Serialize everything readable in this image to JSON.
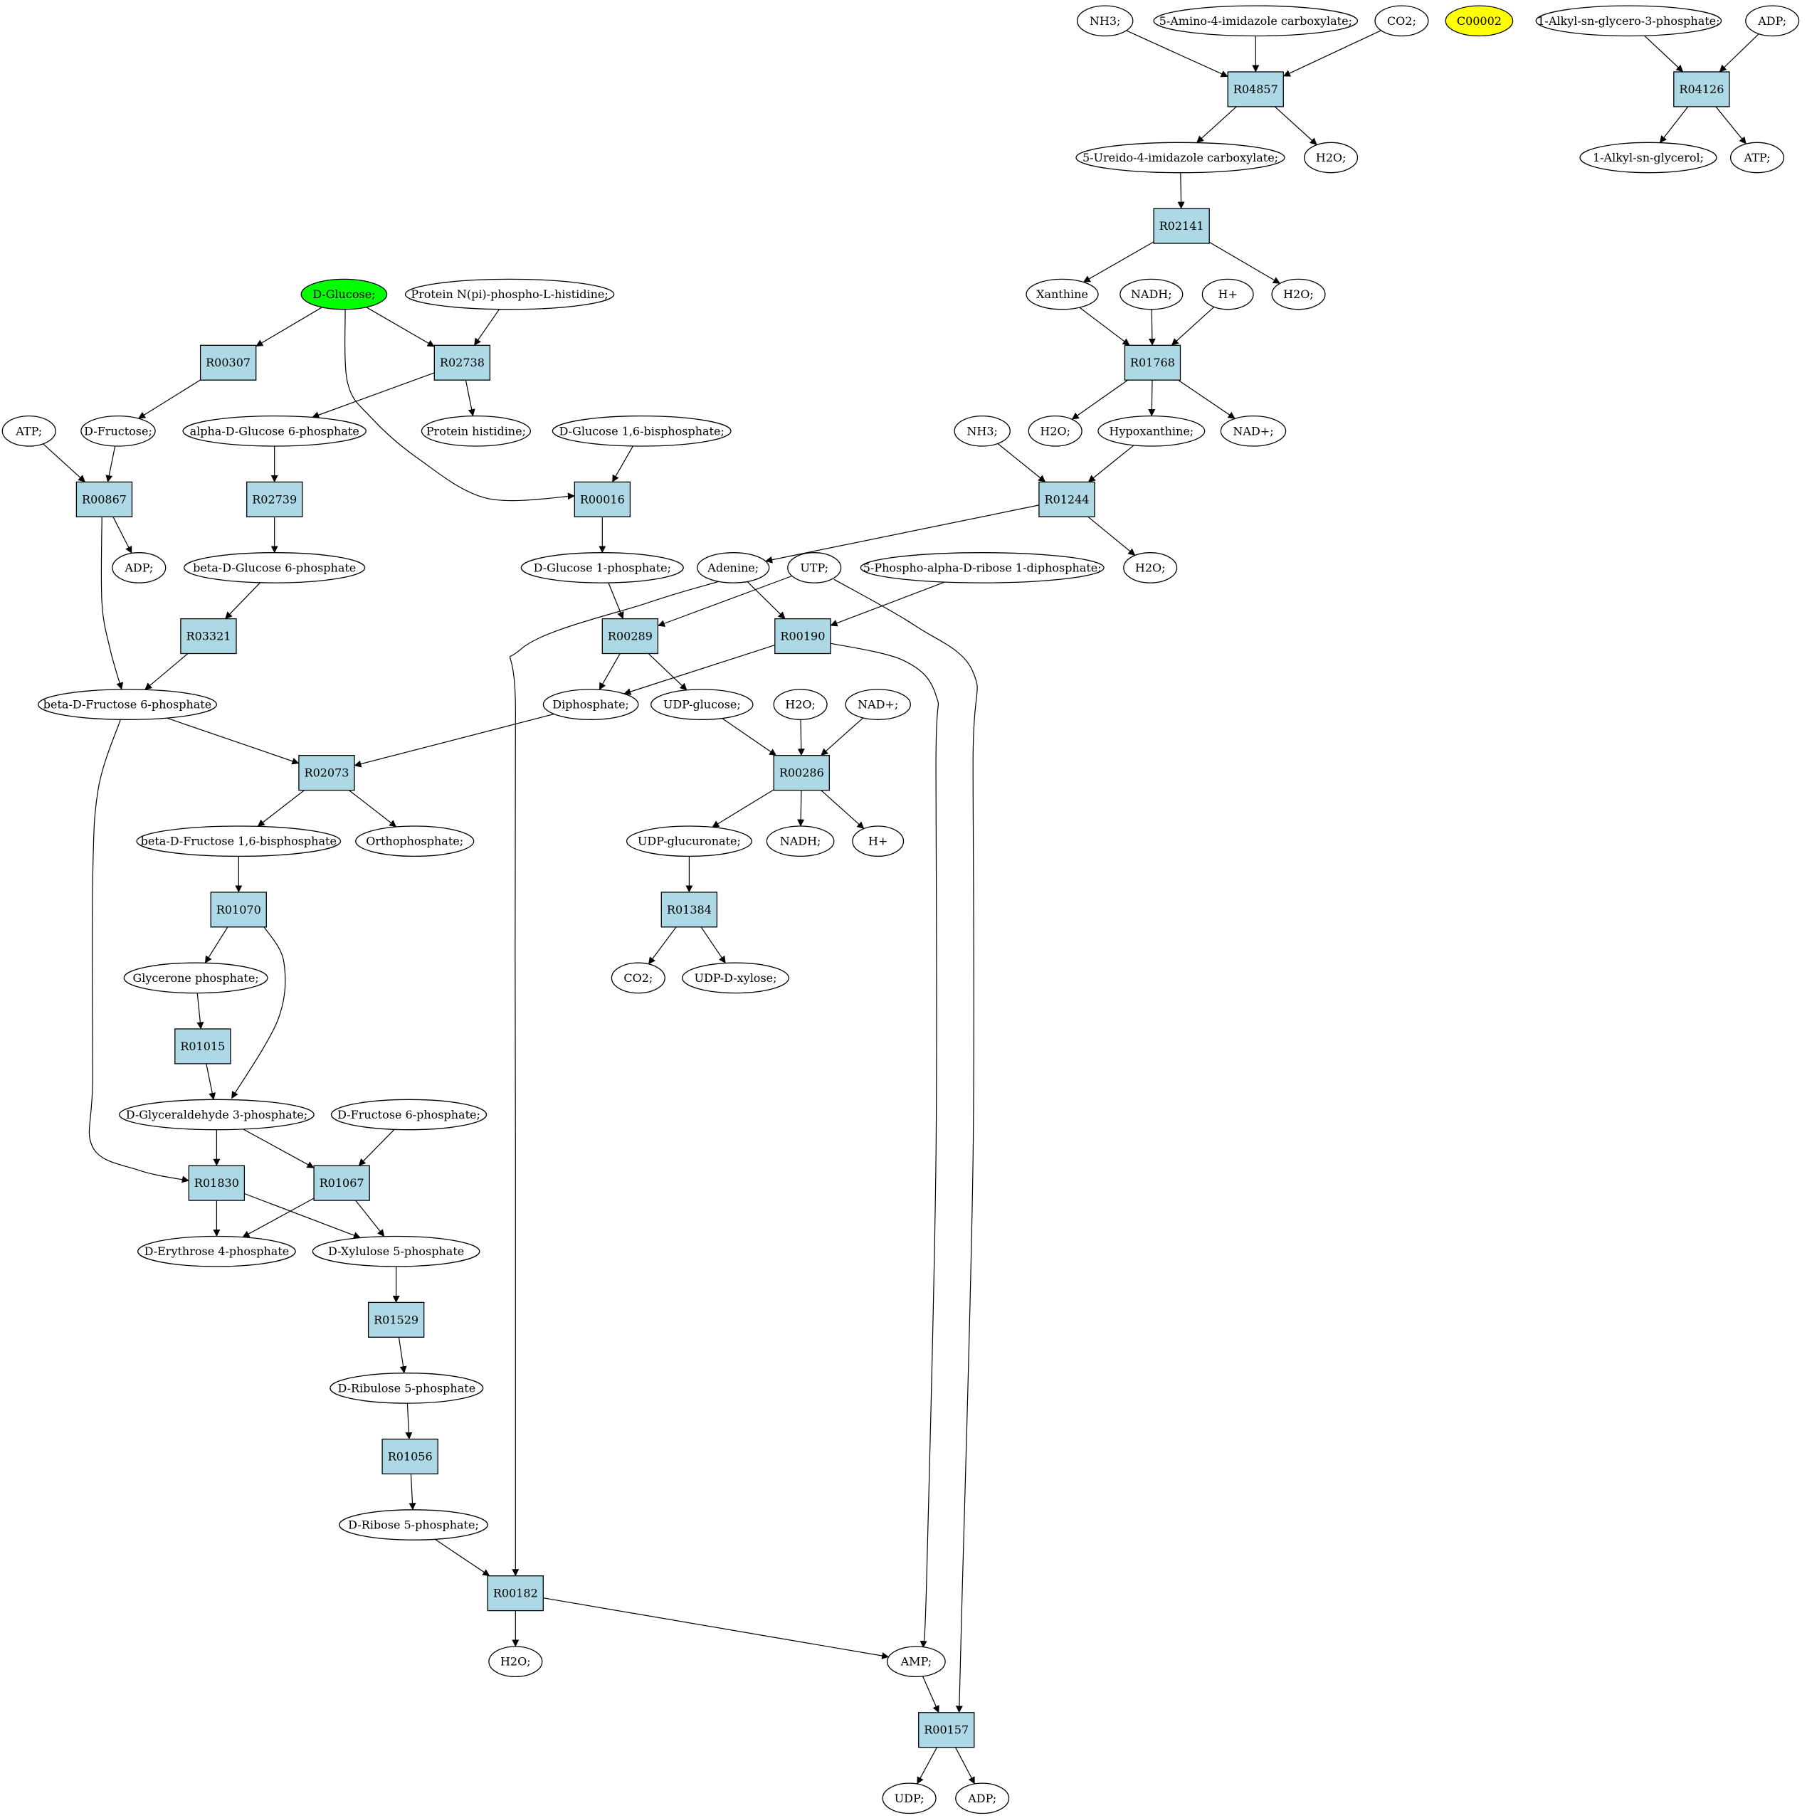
{
  "colors": {
    "compound": "#ffffff",
    "reaction": "#add8e6",
    "source": "#00ff00",
    "highlight": "#ffff00",
    "edge": "#000000"
  },
  "nodes": [
    {
      "id": "c_nh3_a",
      "label": "NH3;",
      "kind": "compound"
    },
    {
      "id": "c_aic",
      "label": "5-Amino-4-imidazole carboxylate;",
      "kind": "compound"
    },
    {
      "id": "c_co2_a",
      "label": "CO2;",
      "kind": "compound"
    },
    {
      "id": "c_c00002",
      "label": "C00002",
      "kind": "highlight"
    },
    {
      "id": "c_alkylg3p",
      "label": "1-Alkyl-sn-glycero-3-phosphate;",
      "kind": "compound"
    },
    {
      "id": "c_adp_a",
      "label": "ADP;",
      "kind": "compound"
    },
    {
      "id": "r_R04857",
      "label": "R04857",
      "kind": "reaction"
    },
    {
      "id": "r_R04126",
      "label": "R04126",
      "kind": "reaction"
    },
    {
      "id": "c_uic",
      "label": "5-Ureido-4-imidazole carboxylate;",
      "kind": "compound"
    },
    {
      "id": "c_h2o_a",
      "label": "H2O;",
      "kind": "compound"
    },
    {
      "id": "c_alkylg",
      "label": "1-Alkyl-sn-glycerol;",
      "kind": "compound"
    },
    {
      "id": "c_atp_a",
      "label": "ATP;",
      "kind": "compound"
    },
    {
      "id": "r_R02141",
      "label": "R02141",
      "kind": "reaction"
    },
    {
      "id": "c_dglucose",
      "label": "D-Glucose;",
      "kind": "source"
    },
    {
      "id": "c_protnpi",
      "label": "Protein N(pi)-phospho-L-histidine;",
      "kind": "compound"
    },
    {
      "id": "c_xanthine",
      "label": "Xanthine",
      "kind": "compound"
    },
    {
      "id": "c_nadh_a",
      "label": "NADH;",
      "kind": "compound"
    },
    {
      "id": "c_hplus_a",
      "label": "H+",
      "kind": "compound"
    },
    {
      "id": "c_h2o_b",
      "label": "H2O;",
      "kind": "compound"
    },
    {
      "id": "r_R00307",
      "label": "R00307",
      "kind": "reaction"
    },
    {
      "id": "r_R02738",
      "label": "R02738",
      "kind": "reaction"
    },
    {
      "id": "r_R01768",
      "label": "R01768",
      "kind": "reaction"
    },
    {
      "id": "c_atp_b",
      "label": "ATP;",
      "kind": "compound"
    },
    {
      "id": "c_dfructose",
      "label": "D-Fructose;",
      "kind": "compound"
    },
    {
      "id": "c_ag6p",
      "label": "alpha-D-Glucose 6-phosphate",
      "kind": "compound"
    },
    {
      "id": "c_prothis",
      "label": "Protein histidine;",
      "kind": "compound"
    },
    {
      "id": "c_g16bp",
      "label": "D-Glucose 1,6-bisphosphate;",
      "kind": "compound"
    },
    {
      "id": "c_nh3_b",
      "label": "NH3;",
      "kind": "compound"
    },
    {
      "id": "c_h2o_c",
      "label": "H2O;",
      "kind": "compound"
    },
    {
      "id": "c_hypox",
      "label": "Hypoxanthine;",
      "kind": "compound"
    },
    {
      "id": "c_nadp_a",
      "label": "NAD+;",
      "kind": "compound"
    },
    {
      "id": "r_R00867",
      "label": "R00867",
      "kind": "reaction"
    },
    {
      "id": "r_R02739",
      "label": "R02739",
      "kind": "reaction"
    },
    {
      "id": "r_R00016",
      "label": "R00016",
      "kind": "reaction"
    },
    {
      "id": "r_R01244",
      "label": "R01244",
      "kind": "reaction"
    },
    {
      "id": "c_adp_b",
      "label": "ADP;",
      "kind": "compound"
    },
    {
      "id": "c_bg6p",
      "label": "beta-D-Glucose 6-phosphate",
      "kind": "compound"
    },
    {
      "id": "c_g1p",
      "label": "D-Glucose 1-phosphate;",
      "kind": "compound"
    },
    {
      "id": "c_adenine",
      "label": "Adenine;",
      "kind": "compound"
    },
    {
      "id": "c_utp",
      "label": "UTP;",
      "kind": "compound"
    },
    {
      "id": "c_prpp",
      "label": "5-Phospho-alpha-D-ribose 1-diphosphate;",
      "kind": "compound"
    },
    {
      "id": "c_h2o_d",
      "label": "H2O;",
      "kind": "compound"
    },
    {
      "id": "r_R03321",
      "label": "R03321",
      "kind": "reaction"
    },
    {
      "id": "r_R00289",
      "label": "R00289",
      "kind": "reaction"
    },
    {
      "id": "r_R00190",
      "label": "R00190",
      "kind": "reaction"
    },
    {
      "id": "c_bf6p",
      "label": "beta-D-Fructose 6-phosphate",
      "kind": "compound"
    },
    {
      "id": "c_diphos",
      "label": "Diphosphate;",
      "kind": "compound"
    },
    {
      "id": "c_udpglc",
      "label": "UDP-glucose;",
      "kind": "compound"
    },
    {
      "id": "c_h2o_e",
      "label": "H2O;",
      "kind": "compound"
    },
    {
      "id": "c_nadp_b",
      "label": "NAD+;",
      "kind": "compound"
    },
    {
      "id": "r_R02073",
      "label": "R02073",
      "kind": "reaction"
    },
    {
      "id": "r_R00286",
      "label": "R00286",
      "kind": "reaction"
    },
    {
      "id": "c_bf16bp",
      "label": "beta-D-Fructose 1,6-bisphosphate",
      "kind": "compound"
    },
    {
      "id": "c_orthop",
      "label": "Orthophosphate;",
      "kind": "compound"
    },
    {
      "id": "c_udpglcu",
      "label": "UDP-glucuronate;",
      "kind": "compound"
    },
    {
      "id": "c_nadh_b",
      "label": "NADH;",
      "kind": "compound"
    },
    {
      "id": "c_hplus_b",
      "label": "H+",
      "kind": "compound"
    },
    {
      "id": "r_R01070",
      "label": "R01070",
      "kind": "reaction"
    },
    {
      "id": "r_R01384",
      "label": "R01384",
      "kind": "reaction"
    },
    {
      "id": "c_glycp",
      "label": "Glycerone phosphate;",
      "kind": "compound"
    },
    {
      "id": "c_co2_b",
      "label": "CO2;",
      "kind": "compound"
    },
    {
      "id": "c_udpxyl",
      "label": "UDP-D-xylose;",
      "kind": "compound"
    },
    {
      "id": "r_R01015",
      "label": "R01015",
      "kind": "reaction"
    },
    {
      "id": "c_g3p",
      "label": "D-Glyceraldehyde 3-phosphate;",
      "kind": "compound"
    },
    {
      "id": "c_df6p",
      "label": "D-Fructose 6-phosphate;",
      "kind": "compound"
    },
    {
      "id": "r_R01830",
      "label": "R01830",
      "kind": "reaction"
    },
    {
      "id": "r_R01067",
      "label": "R01067",
      "kind": "reaction"
    },
    {
      "id": "c_e4p",
      "label": "D-Erythrose 4-phosphate",
      "kind": "compound"
    },
    {
      "id": "c_x5p",
      "label": "D-Xylulose 5-phosphate",
      "kind": "compound"
    },
    {
      "id": "r_R01529",
      "label": "R01529",
      "kind": "reaction"
    },
    {
      "id": "c_ru5p",
      "label": "D-Ribulose 5-phosphate",
      "kind": "compound"
    },
    {
      "id": "r_R01056",
      "label": "R01056",
      "kind": "reaction"
    },
    {
      "id": "c_r5p",
      "label": "D-Ribose 5-phosphate;",
      "kind": "compound"
    },
    {
      "id": "r_R00182",
      "label": "R00182",
      "kind": "reaction"
    },
    {
      "id": "c_h2o_f",
      "label": "H2O;",
      "kind": "compound"
    },
    {
      "id": "c_amp",
      "label": "AMP;",
      "kind": "compound"
    },
    {
      "id": "r_R00157",
      "label": "R00157",
      "kind": "reaction"
    },
    {
      "id": "c_udp",
      "label": "UDP;",
      "kind": "compound"
    },
    {
      "id": "c_adp_c",
      "label": "ADP;",
      "kind": "compound"
    }
  ],
  "edges": [
    [
      "c_nh3_a",
      "r_R04857"
    ],
    [
      "c_aic",
      "r_R04857"
    ],
    [
      "c_co2_a",
      "r_R04857"
    ],
    [
      "r_R04857",
      "c_uic"
    ],
    [
      "r_R04857",
      "c_h2o_a"
    ],
    [
      "c_alkylg3p",
      "r_R04126"
    ],
    [
      "c_adp_a",
      "r_R04126"
    ],
    [
      "r_R04126",
      "c_alkylg"
    ],
    [
      "r_R04126",
      "c_atp_a"
    ],
    [
      "c_uic",
      "r_R02141"
    ],
    [
      "r_R02141",
      "c_xanthine"
    ],
    [
      "r_R02141",
      "c_h2o_b"
    ],
    [
      "c_xanthine",
      "r_R01768"
    ],
    [
      "c_nadh_a",
      "r_R01768"
    ],
    [
      "c_hplus_a",
      "r_R01768"
    ],
    [
      "r_R01768",
      "c_h2o_c"
    ],
    [
      "r_R01768",
      "c_hypox"
    ],
    [
      "r_R01768",
      "c_nadp_a"
    ],
    [
      "c_nh3_b",
      "r_R01244"
    ],
    [
      "c_hypox",
      "r_R01244"
    ],
    [
      "r_R01244",
      "c_adenine"
    ],
    [
      "r_R01244",
      "c_h2o_d"
    ],
    [
      "c_dglucose",
      "r_R00307"
    ],
    [
      "c_dglucose",
      "r_R02738"
    ],
    [
      "c_dglucose",
      "r_R00016"
    ],
    [
      "c_protnpi",
      "r_R02738"
    ],
    [
      "r_R02738",
      "c_ag6p"
    ],
    [
      "r_R02738",
      "c_prothis"
    ],
    [
      "r_R00307",
      "c_dfructose"
    ],
    [
      "c_atp_b",
      "r_R00867"
    ],
    [
      "c_dfructose",
      "r_R00867"
    ],
    [
      "r_R00867",
      "c_adp_b"
    ],
    [
      "r_R00867",
      "c_bf6p"
    ],
    [
      "c_ag6p",
      "r_R02739"
    ],
    [
      "r_R02739",
      "c_bg6p"
    ],
    [
      "c_bg6p",
      "r_R03321"
    ],
    [
      "r_R03321",
      "c_bf6p"
    ],
    [
      "c_g16bp",
      "r_R00016"
    ],
    [
      "r_R00016",
      "c_g1p"
    ],
    [
      "c_g1p",
      "r_R00289"
    ],
    [
      "c_utp",
      "r_R00289"
    ],
    [
      "r_R00289",
      "c_diphos"
    ],
    [
      "r_R00289",
      "c_udpglc"
    ],
    [
      "c_adenine",
      "r_R00190"
    ],
    [
      "c_prpp",
      "r_R00190"
    ],
    [
      "r_R00190",
      "c_diphos"
    ],
    [
      "r_R00190",
      "c_amp"
    ],
    [
      "c_adenine",
      "r_R00182"
    ],
    [
      "c_utp",
      "r_R00157"
    ],
    [
      "c_bf6p",
      "r_R02073"
    ],
    [
      "c_diphos",
      "r_R02073"
    ],
    [
      "r_R02073",
      "c_bf16bp"
    ],
    [
      "r_R02073",
      "c_orthop"
    ],
    [
      "c_bf6p",
      "r_R01830"
    ],
    [
      "c_udpglc",
      "r_R00286"
    ],
    [
      "c_h2o_e",
      "r_R00286"
    ],
    [
      "c_nadp_b",
      "r_R00286"
    ],
    [
      "r_R00286",
      "c_udpglcu"
    ],
    [
      "r_R00286",
      "c_nadh_b"
    ],
    [
      "r_R00286",
      "c_hplus_b"
    ],
    [
      "c_udpglcu",
      "r_R01384"
    ],
    [
      "r_R01384",
      "c_co2_b"
    ],
    [
      "r_R01384",
      "c_udpxyl"
    ],
    [
      "c_bf16bp",
      "r_R01070"
    ],
    [
      "r_R01070",
      "c_glycp"
    ],
    [
      "r_R01070",
      "c_g3p"
    ],
    [
      "c_glycp",
      "r_R01015"
    ],
    [
      "r_R01015",
      "c_g3p"
    ],
    [
      "c_g3p",
      "r_R01830"
    ],
    [
      "c_g3p",
      "r_R01067"
    ],
    [
      "c_df6p",
      "r_R01067"
    ],
    [
      "r_R01830",
      "c_e4p"
    ],
    [
      "r_R01830",
      "c_x5p"
    ],
    [
      "r_R01067",
      "c_e4p"
    ],
    [
      "r_R01067",
      "c_x5p"
    ],
    [
      "c_x5p",
      "r_R01529"
    ],
    [
      "r_R01529",
      "c_ru5p"
    ],
    [
      "c_ru5p",
      "r_R01056"
    ],
    [
      "r_R01056",
      "c_r5p"
    ],
    [
      "c_r5p",
      "r_R00182"
    ],
    [
      "r_R00182",
      "c_h2o_f"
    ],
    [
      "r_R00182",
      "c_amp"
    ],
    [
      "c_amp",
      "r_R00157"
    ],
    [
      "r_R00157",
      "c_udp"
    ],
    [
      "r_R00157",
      "c_adp_c"
    ]
  ]
}
